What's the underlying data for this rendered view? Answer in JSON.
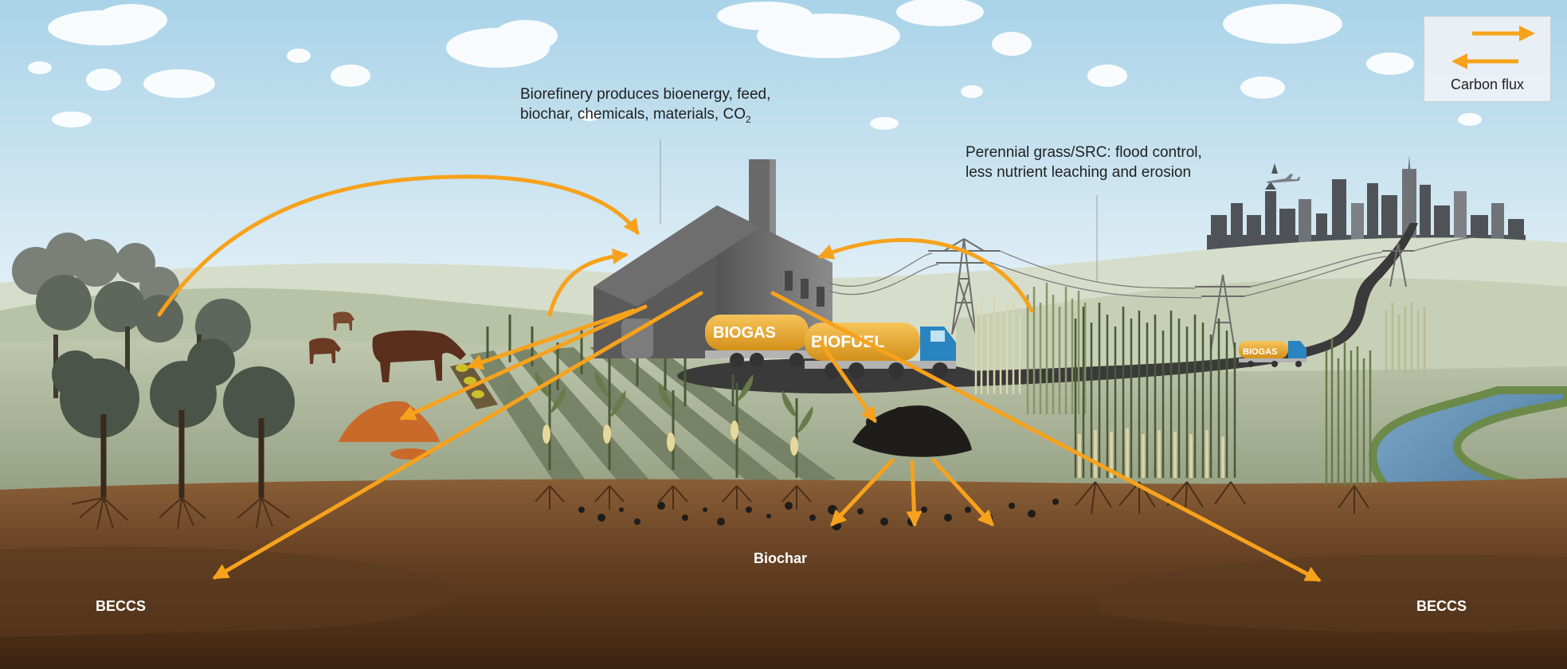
{
  "captions": {
    "biorefinery_line1": "Biorefinery produces bioenergy, feed,",
    "biorefinery_line2_prefix": "biochar, chemicals, materials, CO",
    "biorefinery_line2_sub": "2",
    "perennial_line1": "Perennial grass/SRC: flood control,",
    "perennial_line2": "less nutrient leaching and erosion"
  },
  "labels": {
    "beccs_left": "BECCS",
    "beccs_right": "BECCS",
    "biochar": "Biochar"
  },
  "trucks": {
    "biogas": "BIOGAS",
    "biofuel": "BIOFUEL",
    "small_biogas": "BIOGAS"
  },
  "legend": {
    "label": "Carbon flux"
  },
  "colors": {
    "arrow": "#f7a21c",
    "sky_top": "#a9d3e8",
    "soil": "#6b4526",
    "field": "#a4ae93"
  }
}
